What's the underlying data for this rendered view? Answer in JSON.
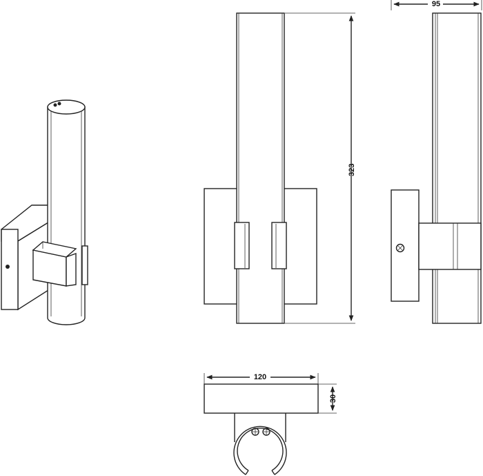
{
  "dimensions": {
    "height_label": "323",
    "depth_label": "95",
    "width_label": "120",
    "thickness_label": "30"
  }
}
